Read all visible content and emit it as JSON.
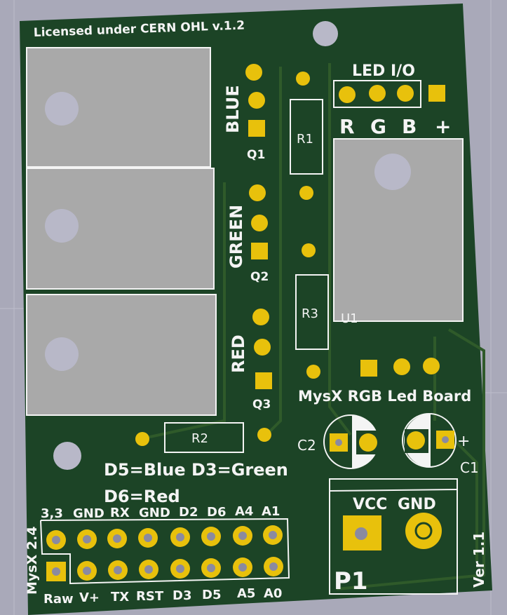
{
  "board": {
    "license": "Licensed under CERN OHL v.1.2",
    "title": "MysX RGB Led Board",
    "version": "Ver 1.1",
    "connector_label": "MysX 2.4",
    "notes": [
      "D5=Blue D3=Green",
      "D6=Red"
    ],
    "colors": {
      "board": "#1c4426",
      "pad": "#e8c10c",
      "silk": "#f4f4f4",
      "background": "#a9a9b9"
    }
  },
  "channels": [
    {
      "label": "BLUE",
      "ref": "Q1"
    },
    {
      "label": "GREEN",
      "ref": "Q2"
    },
    {
      "label": "RED",
      "ref": "Q3"
    }
  ],
  "resistors": [
    "R1",
    "R2",
    "R3"
  ],
  "regulator": "U1",
  "led_io": {
    "title": "LED I/O",
    "pins": [
      "R",
      "G",
      "B",
      "+"
    ]
  },
  "capacitors": [
    "C1",
    "C2"
  ],
  "power": {
    "ref": "P1",
    "pins": [
      "VCC",
      "GND"
    ]
  },
  "header": {
    "top": [
      "3,3",
      "GND",
      "RX",
      "GND",
      "D2",
      "D6",
      "A4",
      "A1"
    ],
    "bottom": [
      "Raw",
      "V+",
      "TX",
      "RST",
      "D3",
      "D5",
      "A5",
      "A0"
    ]
  }
}
